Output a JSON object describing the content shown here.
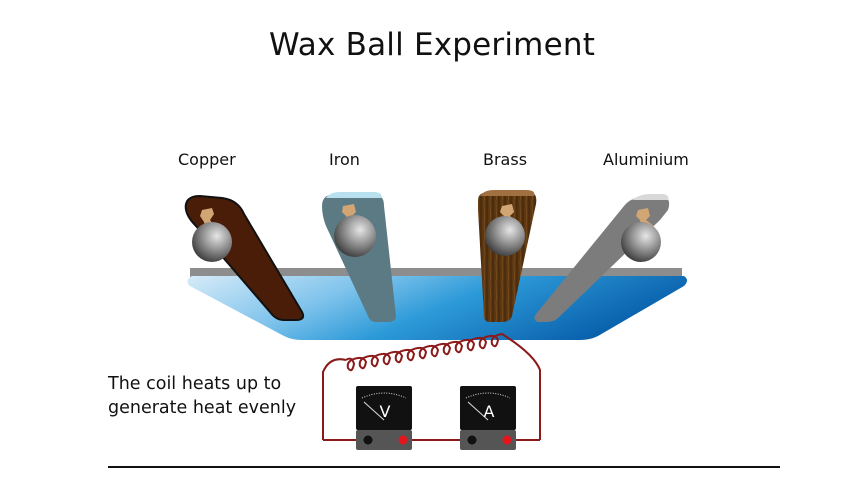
{
  "title": "Wax Ball Experiment",
  "metals": [
    {
      "name": "Copper",
      "color": "#4a1d08"
    },
    {
      "name": "Iron",
      "color": "#5c7a83"
    },
    {
      "name": "Brass",
      "color": "#5a3612"
    },
    {
      "name": "Aluminium",
      "color": "#7c7c7c"
    }
  ],
  "caption": {
    "line1": "The coil heats up to",
    "line2": "generate heat evenly"
  },
  "meters": [
    {
      "symbol": "V",
      "name": "voltmeter"
    },
    {
      "symbol": "A",
      "name": "ammeter"
    }
  ],
  "colors": {
    "wire": "#8b1a1a",
    "trough_light": "#bfe0f5",
    "trough_dark": "#0a67b0",
    "terminal_positive": "#e3141b",
    "terminal_negative": "#111111"
  }
}
